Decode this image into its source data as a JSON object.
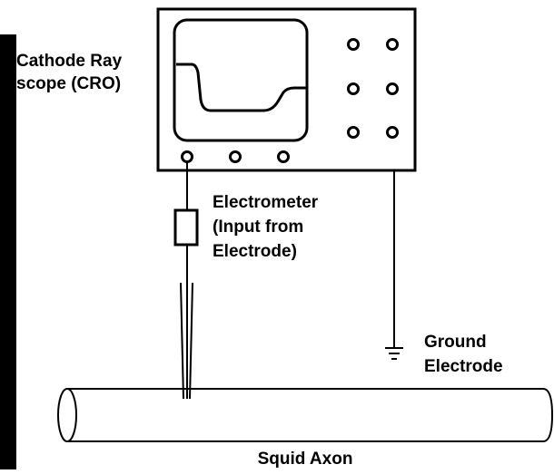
{
  "labels": {
    "cro_line1": "Cathode Ray",
    "cro_line2": "scope (CRO)",
    "electrometer_line1": "Electrometer",
    "electrometer_line2": "(Input from",
    "electrometer_line3": "Electrode)",
    "ground_line1": "Ground",
    "ground_line2": "Electrode",
    "axon": "Squid Axon"
  },
  "colors": {
    "ink": "#000000",
    "left_bar": "#000000",
    "background": "#ffffff"
  }
}
